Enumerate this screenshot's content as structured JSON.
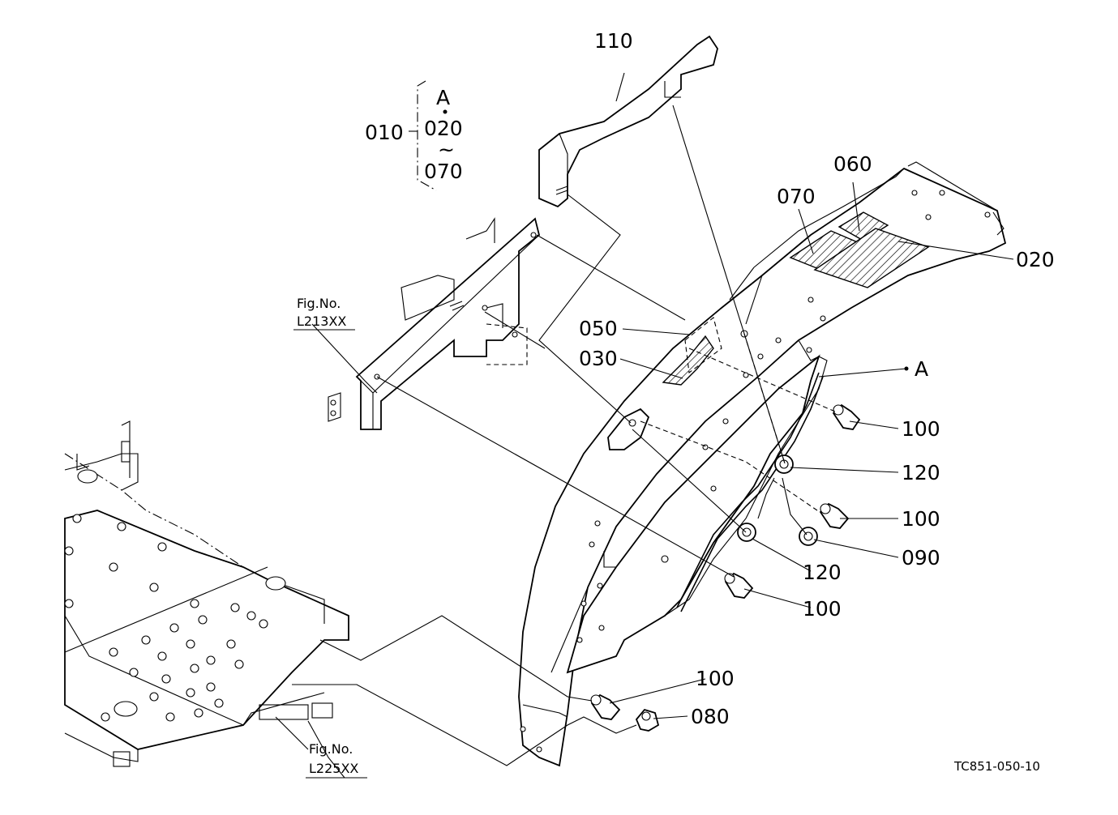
{
  "group": {
    "main_label": "010",
    "top_letter": "A",
    "range_start": "020",
    "range_sep": "~",
    "range_end": "070"
  },
  "callouts": {
    "c110": "110",
    "c060": "060",
    "c070": "070",
    "c020": "020",
    "c050": "050",
    "c030": "030",
    "cA": "A",
    "c100a": "100",
    "c120a": "120",
    "c100b": "100",
    "c090": "090",
    "c120b": "120",
    "c100c": "100",
    "c100d": "100",
    "c080": "080"
  },
  "refs": {
    "ref1_line1": "Fig.No.",
    "ref1_line2": "L213XX",
    "ref2_line1": "Fig.No.",
    "ref2_line2": "L225XX"
  },
  "drawing_code": "TC851-050-10"
}
